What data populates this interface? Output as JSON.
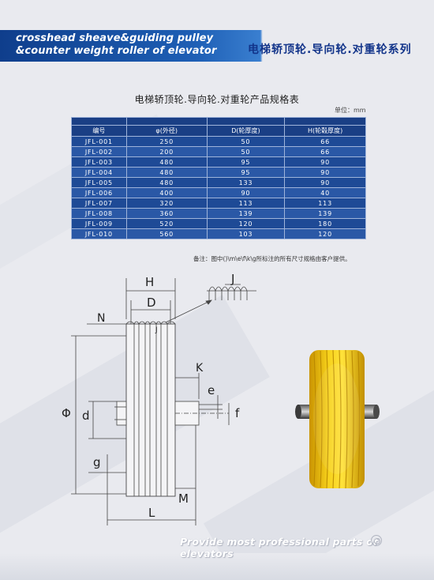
{
  "header": {
    "title_en_line1": "crosshead sheave&guiding pulley",
    "title_en_line2": "&counter weight roller of elevator",
    "title_cn": "电梯轿顶轮.导向轮.对重轮系列"
  },
  "table": {
    "title": "电梯轿顶轮.导向轮.对重轮产品规格表",
    "unit": "单位：mm",
    "columns": [
      "编号",
      "φ(外径)",
      "D(轮厚度)",
      "H(轮毂厚度)"
    ],
    "rows": [
      [
        "JFL-001",
        "250",
        "50",
        "66"
      ],
      [
        "JFL-002",
        "200",
        "50",
        "66"
      ],
      [
        "JFL-003",
        "480",
        "95",
        "90"
      ],
      [
        "JFL-004",
        "480",
        "95",
        "90"
      ],
      [
        "JFL-005",
        "480",
        "133",
        "90"
      ],
      [
        "JFL-006",
        "400",
        "90",
        "40"
      ],
      [
        "JFL-007",
        "320",
        "113",
        "113"
      ],
      [
        "JFL-008",
        "360",
        "139",
        "139"
      ],
      [
        "JFL-009",
        "520",
        "120",
        "180"
      ],
      [
        "JFL-010",
        "560",
        "103",
        "120"
      ]
    ],
    "note": "备注：图中()\\m\\e\\f\\k\\g所标注的所有尺寸规格由客户提供。"
  },
  "diagram": {
    "labels": {
      "H": "H",
      "D": "D",
      "N": "N",
      "J": "J",
      "J_detail": "J",
      "K": "K",
      "e": "e",
      "f": "f",
      "phi": "Φ",
      "d": "d",
      "g": "g",
      "M": "M",
      "L": "L"
    }
  },
  "footer": {
    "tagline": "Provide most professional parts of elevators"
  },
  "colors": {
    "header_blue": "#1e5fb5",
    "table_blue": "#1e4a96",
    "pulley_yellow": "#f2c400",
    "title_cn_blue": "#12348a"
  }
}
